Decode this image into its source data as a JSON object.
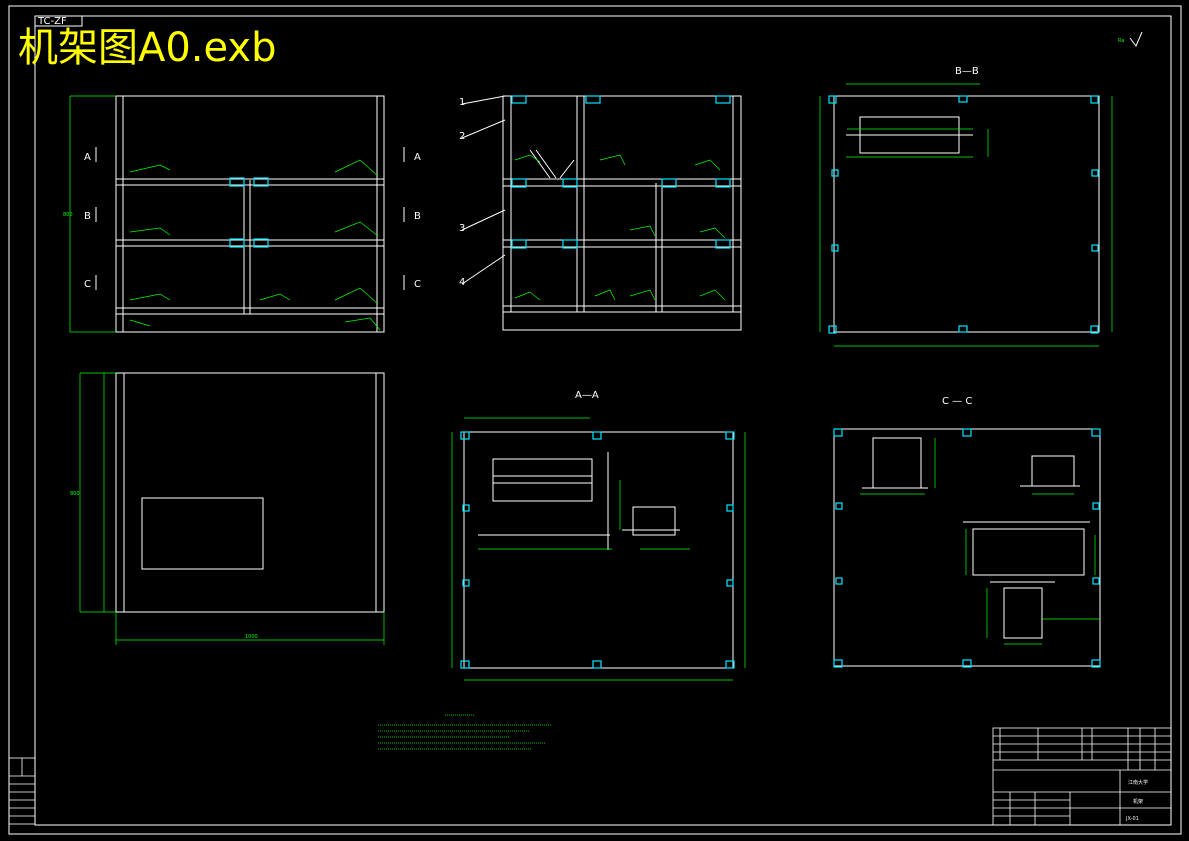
{
  "title": "机架图A0.exb",
  "corner_tab": "TC-ZF",
  "views": {
    "bb": "B—B",
    "aa": "A—A",
    "cc": "C — C"
  },
  "section_marks": [
    "A",
    "B",
    "C"
  ],
  "balloons": [
    "1",
    "2",
    "3",
    "4"
  ],
  "title_block": {
    "school": "江南大学",
    "part": "机架",
    "code": "JX-01"
  },
  "colors": {
    "background": "#000000",
    "lines": "#ffffff",
    "dimensions": "#00ff00",
    "title": "#ffff00",
    "bolts": "#00e5ff"
  }
}
